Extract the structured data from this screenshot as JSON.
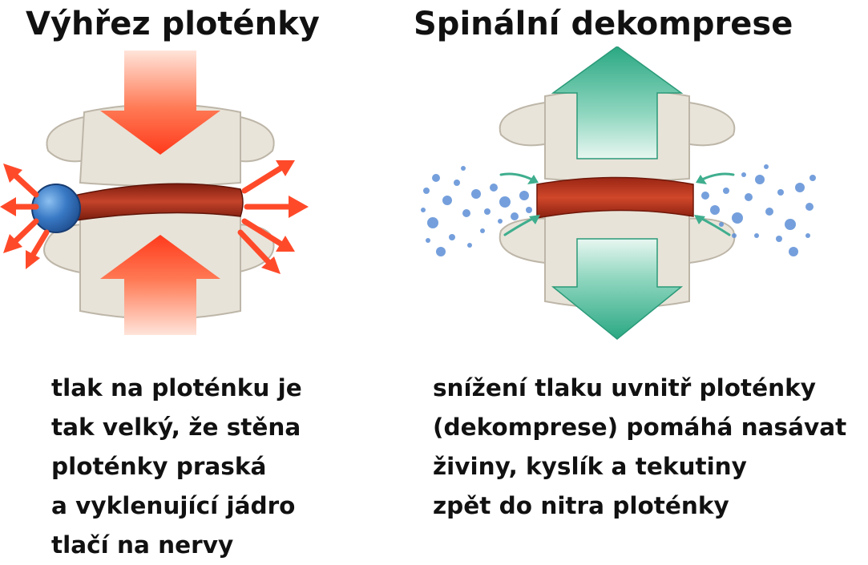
{
  "left_panel": {
    "title": "Výhřez ploténky",
    "caption_lines": [
      "tlak na ploténku je",
      "tak velký, že stěna",
      "ploténky praská",
      "a vyklenující jádro",
      "tlačí na nervy"
    ]
  },
  "right_panel": {
    "title": "Spinální dekomprese",
    "caption_lines": [
      "snížení tlaku uvnitř ploténky",
      "(dekomprese) pomáhá nasávat",
      "živiny, kyslík a tekutiny",
      "zpět do nitra ploténky"
    ]
  },
  "colors": {
    "bone": "#e8e3d8",
    "bone_edge": "#bdb6a8",
    "disc": "#b5341c",
    "compression_arrow": "#ff4a2a",
    "decompression_arrow": "#2ea985",
    "herniated_nucleus": "#2f6fb8",
    "fluid_bubbles": "#5d8fd6"
  },
  "icons": {
    "compression": "red-arrow-icon",
    "decompression": "green-arrow-icon",
    "bulge": "blue-nucleus-icon"
  }
}
